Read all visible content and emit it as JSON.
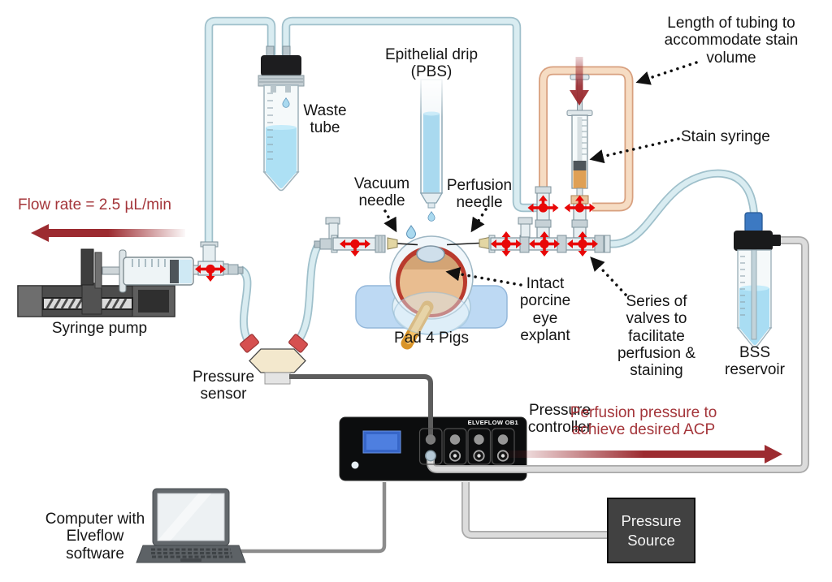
{
  "annotations": {
    "flow_rate": "Flow rate = 2.5 µL/min",
    "length_of_tubing": "Length of tubing to\naccommodate stain\nvolume",
    "stain_syringe": "Stain syringe",
    "waste_tube": "Waste\ntube",
    "epithelial_drip": "Epithelial drip\n(PBS)",
    "vacuum_needle": "Vacuum\nneedle",
    "perfusion_needle": "Perfusion\nneedle",
    "intact_eye": "Intact\nporcine\neye\nexplant",
    "pad": "Pad 4 Pigs",
    "series_of_valves": "Series of\nvalves to\nfacilitate\nperfusion &\nstaining",
    "bss_reservoir": "BSS\nreservoir",
    "syringe_pump": "Syringe pump",
    "pressure_sensor": "Pressure\nsensor",
    "pressure_controller": "Pressure\ncontroller",
    "perfusion_pressure": "Perfusion pressure to\nachieve desired ACP",
    "computer": "Computer with\nElveflow\nsoftware"
  },
  "devices": {
    "controller_brand": "ELVEFLOW OB1",
    "pressure_source": "Pressure\nSource"
  },
  "colors": {
    "annotation_red": "#a4353a",
    "flow_arrow_red": "#9c2b30",
    "valve_red": "#e80808",
    "tube_blue": "#d9ecf1",
    "stain_loop_peach": "#f6dcc3",
    "pad_blue": "#bdd9f3",
    "liquid_blue": "#a9d9ef"
  }
}
